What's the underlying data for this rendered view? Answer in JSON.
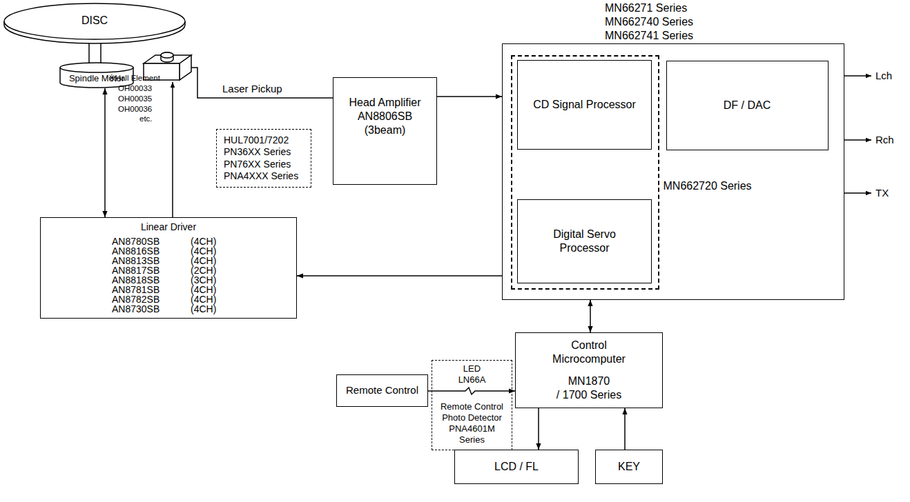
{
  "diagram": {
    "nodes": [
      {
        "text": [
          "DISC"
        ]
      },
      {
        "text": [
          "Spindle Motor"
        ]
      },
      {
        "text": [
          "Head Amplifier",
          "AN8806SB",
          "(3beam)"
        ]
      },
      {
        "text": [
          "HUL7001/7202",
          "PN36XX Series",
          "PN76XX Series",
          "PNA4XXX Series"
        ]
      },
      {
        "text": [
          "MN66271 Series",
          "MN662740 Series",
          "MN662741 Series"
        ]
      },
      {
        "text": [
          "MN662720 Series"
        ],
        "in": 4
      },
      {
        "text": [
          "CD Signal Processor"
        ],
        "in": 5
      },
      {
        "text": [
          "Digital Servo Processor"
        ],
        "in": 5
      },
      {
        "text": [
          "DF / DAC"
        ],
        "in": 4
      },
      {
        "text": [
          "Linear Driver",
          "AN8780SB",
          "(4CH)",
          "AN8816SB",
          "(4CH)",
          "AN8813SB",
          "(4CH)",
          "AN8817SB",
          "(2CH)",
          "AN8818SB",
          "(3CH)",
          "AN8781SB",
          "(4CH)",
          "AN8782SB",
          "(4CH)",
          "AN8730SB",
          "(4CH)"
        ]
      },
      {
        "text": [
          "Remote Control"
        ]
      },
      {
        "text": [
          "LED",
          "LN66A",
          "Remote Control",
          "Photo Detector",
          "PNA4601M",
          "Series"
        ]
      },
      {
        "text": [
          "Control",
          "Microcomputer",
          "MN1870",
          "/ 1700 Series"
        ]
      },
      {
        "text": [
          "LCD / FL"
        ]
      },
      {
        "text": [
          "KEY"
        ]
      }
    ],
    "edges": [
      {
        "from": 1,
        "to": 9,
        "arrow": "both"
      },
      {
        "from": 2,
        "to": 4,
        "arrow": "to"
      },
      {
        "from": 4,
        "to": 9,
        "arrow": "to"
      },
      {
        "from": 4,
        "to": 12,
        "arrow": "both"
      },
      {
        "from": 10,
        "to": 12,
        "arrow": "to"
      },
      {
        "from": 12,
        "to": 13,
        "arrow": "to"
      },
      {
        "from": 14,
        "to": 12,
        "arrow": "to"
      }
    ],
    "labels": [
      "Laser Pickup",
      "※Hall Element",
      "OH00033",
      "OH00035",
      "OH00036",
      "etc.",
      "Lch",
      "Rch",
      "TX"
    ]
  }
}
